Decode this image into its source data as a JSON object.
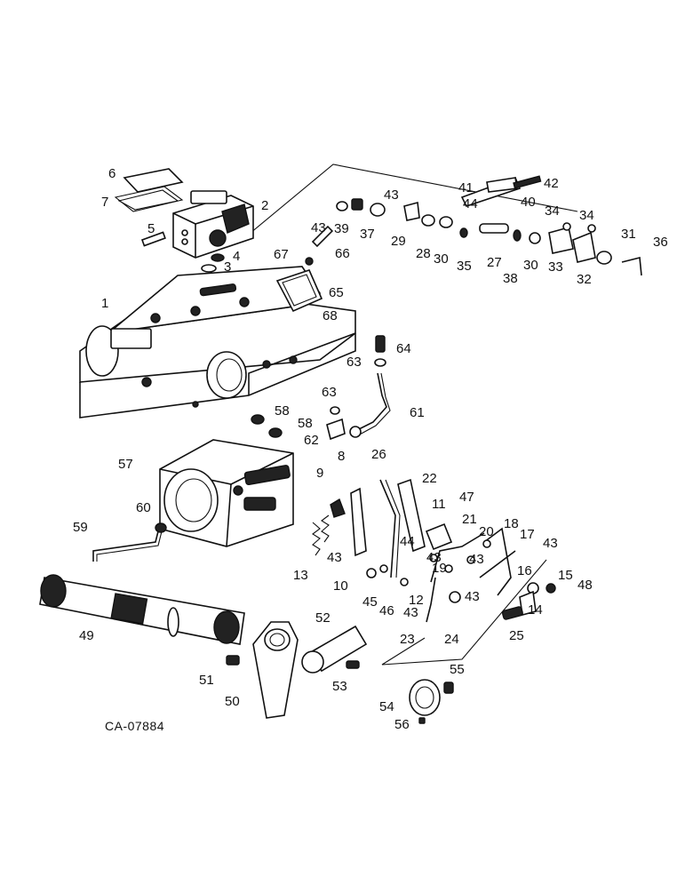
{
  "drawing_code": "CA-07884",
  "callouts": [
    "1",
    "2",
    "3",
    "4",
    "5",
    "6",
    "7",
    "8",
    "9",
    "10",
    "11",
    "12",
    "13",
    "14",
    "15",
    "16",
    "17",
    "18",
    "19",
    "20",
    "21",
    "22",
    "23",
    "24",
    "25",
    "26",
    "27",
    "28",
    "29",
    "30",
    "30",
    "31",
    "32",
    "33",
    "34",
    "34",
    "35",
    "36",
    "37",
    "38",
    "39",
    "40",
    "41",
    "42",
    "43",
    "43",
    "43",
    "43",
    "43",
    "43",
    "43",
    "43",
    "44",
    "44",
    "45",
    "46",
    "47",
    "48",
    "49",
    "50",
    "51",
    "52",
    "53",
    "54",
    "55",
    "56",
    "57",
    "58",
    "58",
    "59",
    "60",
    "61",
    "62",
    "63",
    "63",
    "64",
    "65",
    "66",
    "67",
    "68"
  ]
}
